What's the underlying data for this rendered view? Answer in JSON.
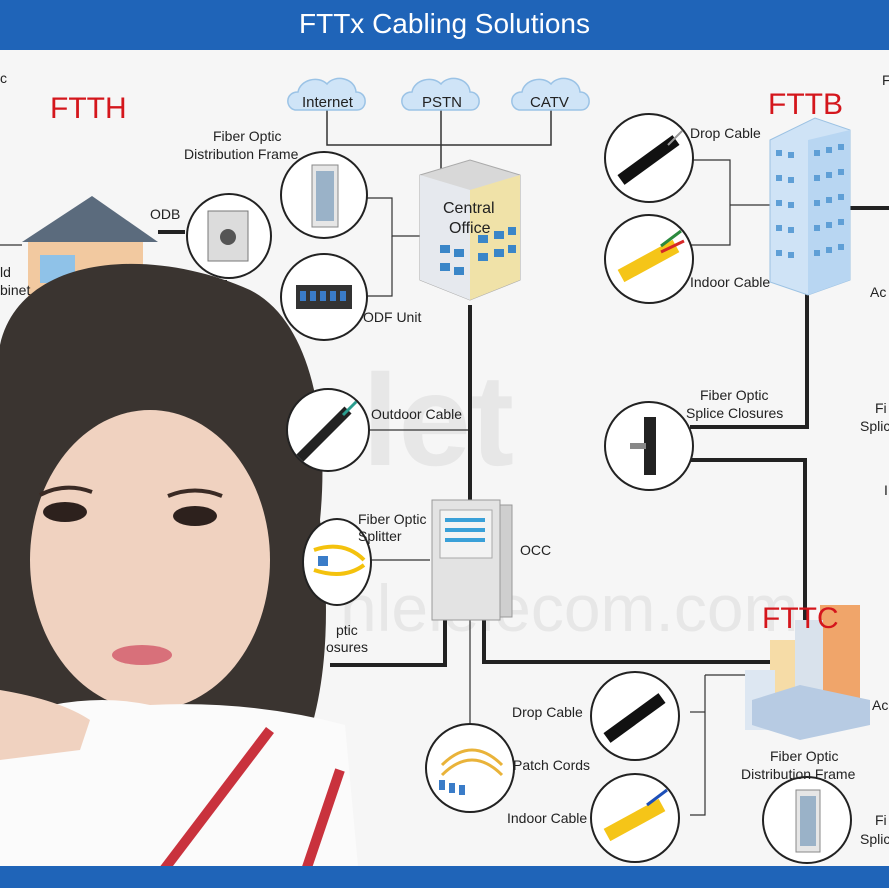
{
  "title": "FTTx Cabling Solutions",
  "sections": {
    "ftth": "FTTH",
    "fttb": "FTTB",
    "fttc": "FTTC"
  },
  "clouds": [
    "Internet",
    "PSTN",
    "CATV"
  ],
  "labels": {
    "odf_frame_top": [
      "Fiber Optic",
      "Distribution Frame"
    ],
    "odf_unit": "ODF Unit",
    "central_office": [
      "Central",
      "Office"
    ],
    "odb": "ODB",
    "outdoor_cable": "Outdoor Cable",
    "splitter": [
      "Fiber Optic",
      "Splitter"
    ],
    "occ": "OCC",
    "closures_left": [
      "ptic",
      "osures"
    ],
    "patch_cords": "Patch Cords",
    "drop_cable_top": "Drop Cable",
    "indoor_cable_top": "Indoor Cable",
    "splice_closures": [
      "Fiber Optic",
      "Splice Closures"
    ],
    "drop_cable_bottom": "Drop Cable",
    "indoor_cable_bottom": "Indoor Cable",
    "fttc_frame": [
      "Fiber Optic",
      "Distribution Frame"
    ],
    "left_c": "c",
    "left_ld": "ld",
    "left_binet": "binet",
    "right_f": "F",
    "right_ac1": "Ac",
    "right_fi1": "Fi",
    "right_splic1": "Splic",
    "right_l": "I",
    "right_ac2": "Ac",
    "right_fi2": "Fi",
    "right_splic2": "Splic"
  },
  "watermark": [
    "elet",
    "nlelelecom.com"
  ],
  "colors": {
    "header": "#1f64b8",
    "accent_red": "#d4161c",
    "line": "#222222"
  }
}
